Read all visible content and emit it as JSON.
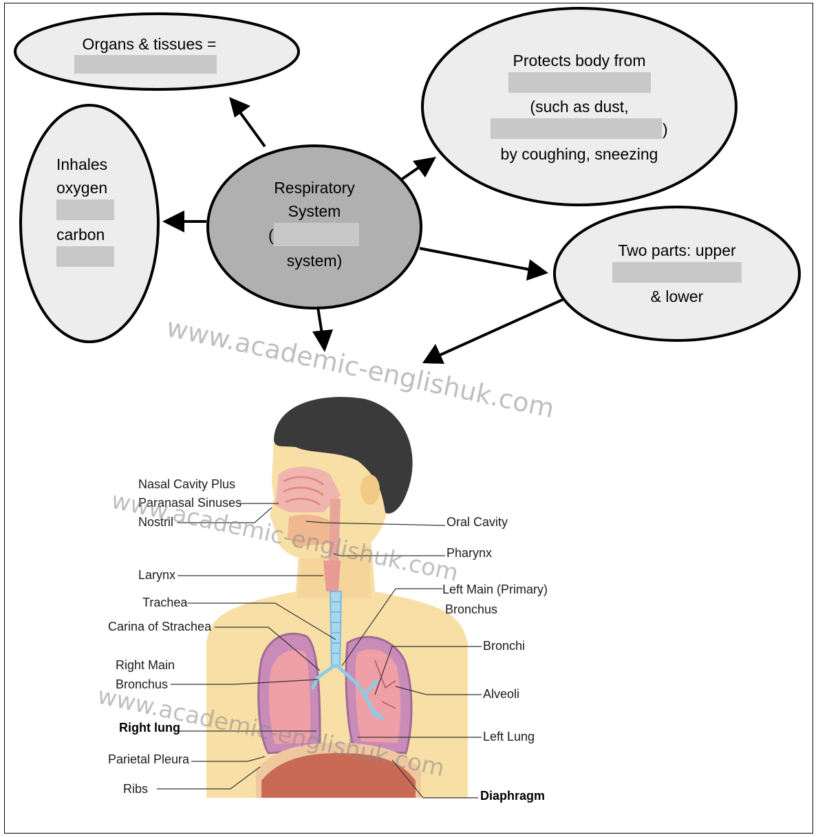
{
  "diagram": {
    "center": {
      "line1": "Respiratory",
      "line2": "System",
      "open_paren": "(",
      "line4": "system)",
      "fill": "#b0b0b0"
    },
    "organs_bubble": {
      "line1": "Organs & tissues ="
    },
    "protects_bubble": {
      "line1": "Protects body from",
      "line2": "(such as dust,",
      "close_paren": ")",
      "line4": "by coughing, sneezing"
    },
    "inhales_bubble": {
      "line1": "Inhales",
      "line2": "oxygen",
      "line3": "carbon"
    },
    "parts_bubble": {
      "line1": "Two parts: upper",
      "line2": "& lower"
    },
    "blank_fill": "#c8c8c8",
    "bubble_fill": "#ededed"
  },
  "anatomy_labels": {
    "nasal_1": "Nasal Cavity Plus",
    "nasal_2": "Paranasal Sinuses",
    "nostril": "Nostril",
    "larynx": "Larynx",
    "trachea": "Trachea",
    "carina": "Carina  of Strachea",
    "right_main_1": "Right Main",
    "right_main_2": "Bronchus",
    "right_lung": "Right lung",
    "parietal": "Parietal Pleura",
    "ribs": "Ribs",
    "oral": "Oral Cavity",
    "pharynx": "Pharynx",
    "left_main_1": "Left Main (Primary)",
    "left_main_2": "Bronchus",
    "bronchi": "Bronchi",
    "alveoli": "Alveoli",
    "left_lung": "Left Lung",
    "diaphragm": "Diaphragm"
  },
  "watermark": "www.academic-englishuk.com"
}
